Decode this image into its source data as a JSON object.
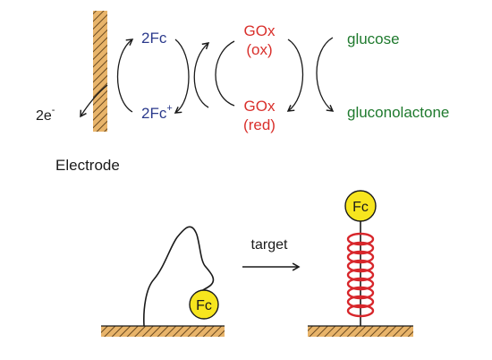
{
  "mechanism": {
    "electrons": "2e",
    "electron_sup": "-",
    "fc_reduced": "2Fc",
    "fc_oxidized": "2Fc",
    "fc_oxidized_sup": "+",
    "gox_ox_line1": "GOx",
    "gox_ox_line2": "(ox)",
    "gox_red_line1": "GOx",
    "gox_red_line2": "(red)",
    "substrate": "glucose",
    "product": "gluconolactone",
    "electrode_label": "Electrode"
  },
  "switch": {
    "arrow_label": "target",
    "reporter_before": "Fc",
    "reporter_after": "Fc"
  },
  "colors": {
    "ferrocene_text": "#2b3a8c",
    "gox_text": "#d9302c",
    "sugar_text": "#1f7a2e",
    "black": "#1a1a1a",
    "electrode_fill": "#e8b46a",
    "fc_ball": "#f7e51e",
    "helix": "#d7262b"
  }
}
